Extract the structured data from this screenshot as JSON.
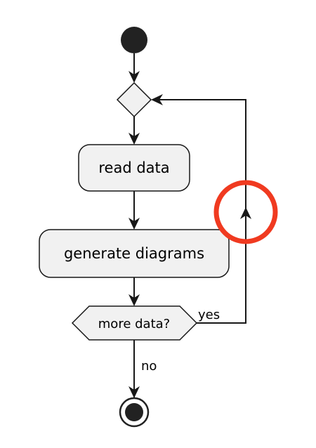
{
  "diagram": {
    "nodes": {
      "read": {
        "label": "read data"
      },
      "generate": {
        "label": "generate diagrams"
      },
      "decision": {
        "label": "more data?"
      }
    },
    "edges": {
      "yes_label": "yes",
      "no_label": "no"
    },
    "colors": {
      "node_fill": "#f1f1f1",
      "node_stroke": "#181818",
      "line": "#181818",
      "start_fill": "#222222",
      "highlight": "#f03a20"
    }
  }
}
